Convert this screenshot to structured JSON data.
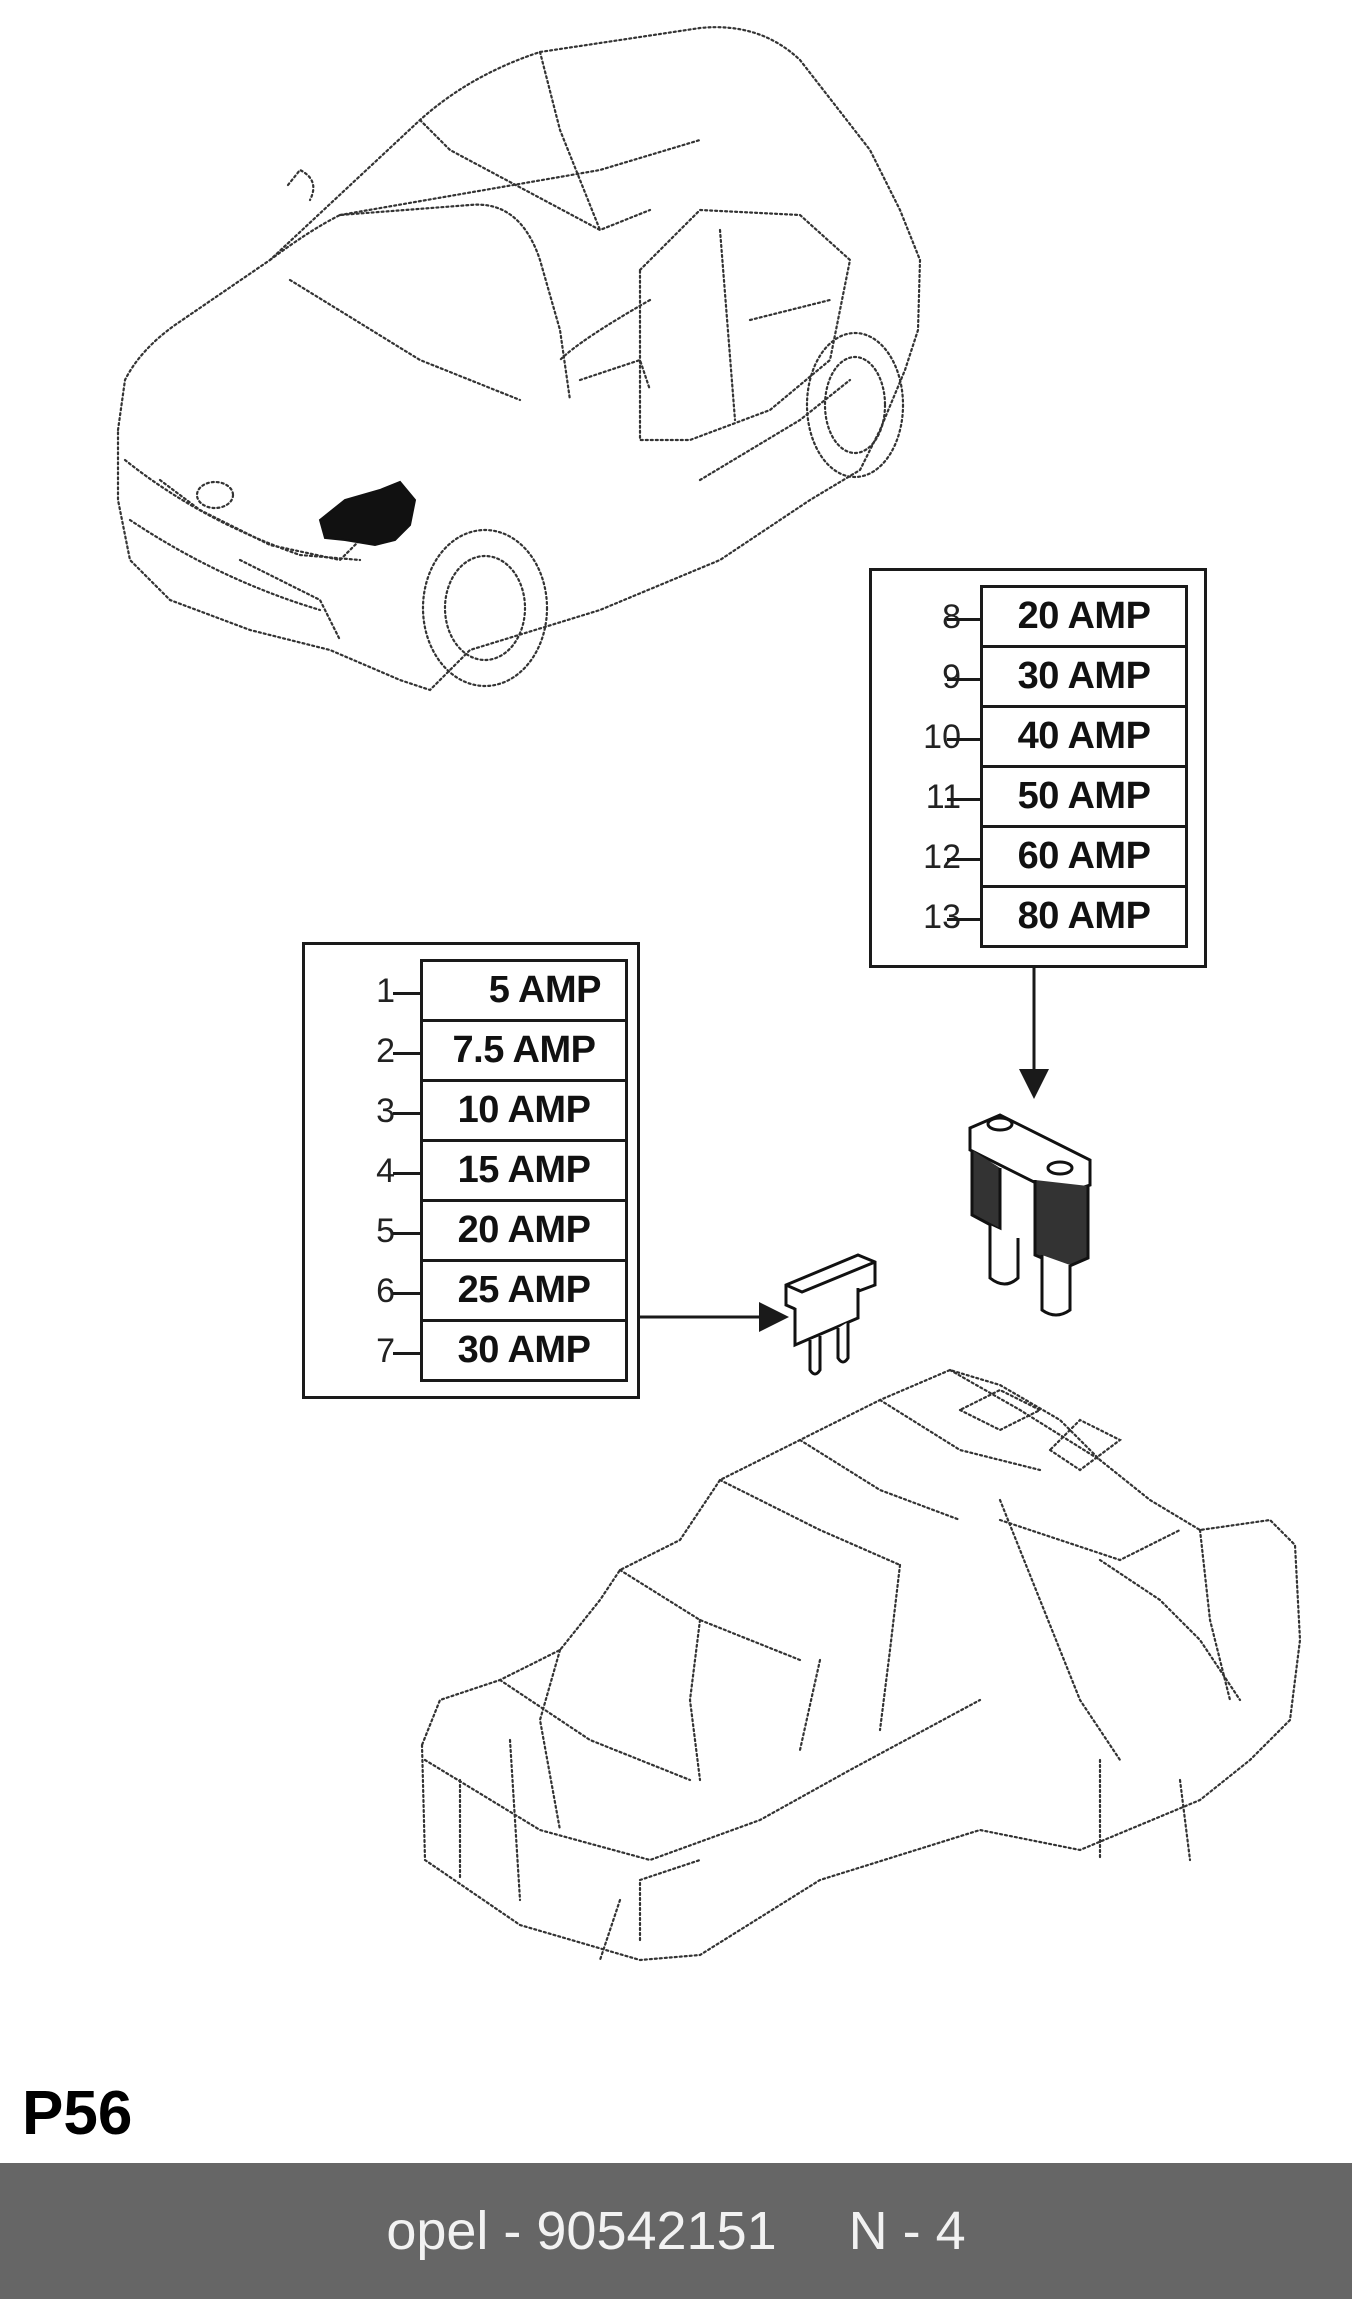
{
  "small_fuses": {
    "rows": [
      {
        "num": "1",
        "rating": "5 AMP"
      },
      {
        "num": "2",
        "rating": "7.5 AMP"
      },
      {
        "num": "3",
        "rating": "10 AMP"
      },
      {
        "num": "4",
        "rating": "15 AMP"
      },
      {
        "num": "5",
        "rating": "20 AMP"
      },
      {
        "num": "6",
        "rating": "25 AMP"
      },
      {
        "num": "7",
        "rating": "30 AMP"
      }
    ]
  },
  "maxi_fuses": {
    "rows": [
      {
        "num": "8",
        "rating": "20 AMP"
      },
      {
        "num": "9",
        "rating": "30 AMP"
      },
      {
        "num": "10",
        "rating": "40 AMP"
      },
      {
        "num": "11",
        "rating": "50 AMP"
      },
      {
        "num": "12",
        "rating": "60 AMP"
      },
      {
        "num": "13",
        "rating": "80 AMP"
      }
    ]
  },
  "highlight": {
    "color": "#ec5a5f"
  },
  "page_label": "P56",
  "footer": {
    "part_ref": "opel - 90542151",
    "position": "N - 4",
    "background": "#666666"
  }
}
